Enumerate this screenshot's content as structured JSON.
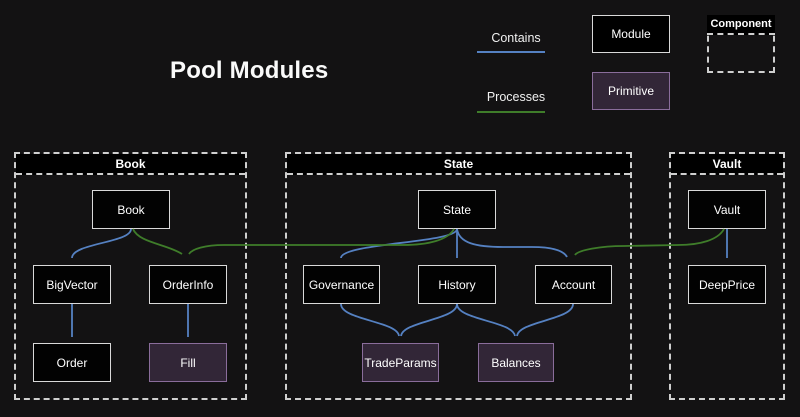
{
  "title": "Pool Modules",
  "legend": {
    "contains_label": "Contains",
    "processes_label": "Processes",
    "module_label": "Module",
    "primitive_label": "Primitive",
    "component_label": "Component"
  },
  "container_labels": {
    "book": "Book",
    "state": "State",
    "vault": "Vault"
  },
  "node_labels": {
    "book": "Book",
    "bigvector": "BigVector",
    "orderinfo": "OrderInfo",
    "order": "Order",
    "fill": "Fill",
    "state": "State",
    "governance": "Governance",
    "history": "History",
    "account": "Account",
    "tradeparams": "TradeParams",
    "balances": "Balances",
    "vault": "Vault",
    "deepprice": "DeepPrice"
  },
  "node_types": {
    "book": "module",
    "bigvector": "module",
    "orderinfo": "module",
    "order": "module",
    "fill": "primitive",
    "state": "module",
    "governance": "module",
    "history": "module",
    "account": "module",
    "tradeparams": "primitive",
    "balances": "primitive",
    "vault": "module",
    "deepprice": "module"
  },
  "edges": [
    {
      "from": "book",
      "to": "bigvector",
      "type": "contains"
    },
    {
      "from": "book",
      "to": "orderinfo",
      "type": "processes"
    },
    {
      "from": "bigvector",
      "to": "order",
      "type": "contains"
    },
    {
      "from": "orderinfo",
      "to": "fill",
      "type": "contains"
    },
    {
      "from": "state",
      "to": "governance",
      "type": "contains"
    },
    {
      "from": "state",
      "to": "history",
      "type": "contains"
    },
    {
      "from": "state",
      "to": "account",
      "type": "contains"
    },
    {
      "from": "state",
      "to": "orderinfo",
      "type": "processes"
    },
    {
      "from": "governance",
      "to": "tradeparams",
      "type": "contains"
    },
    {
      "from": "history",
      "to": "tradeparams",
      "type": "contains"
    },
    {
      "from": "history",
      "to": "balances",
      "type": "contains"
    },
    {
      "from": "account",
      "to": "balances",
      "type": "contains"
    },
    {
      "from": "vault",
      "to": "deepprice",
      "type": "contains"
    },
    {
      "from": "vault",
      "to": "account",
      "type": "processes"
    }
  ],
  "colors": {
    "background": "#131213",
    "contains_arrow": "#5581c2",
    "processes_arrow": "#3f7d2a",
    "module_fill": "#000000",
    "module_border": "#d9d9d9",
    "primitive_fill": "#322637",
    "primitive_border": "#8a6d9b",
    "container_border": "#cfcfcf",
    "text": "#ffffff"
  }
}
